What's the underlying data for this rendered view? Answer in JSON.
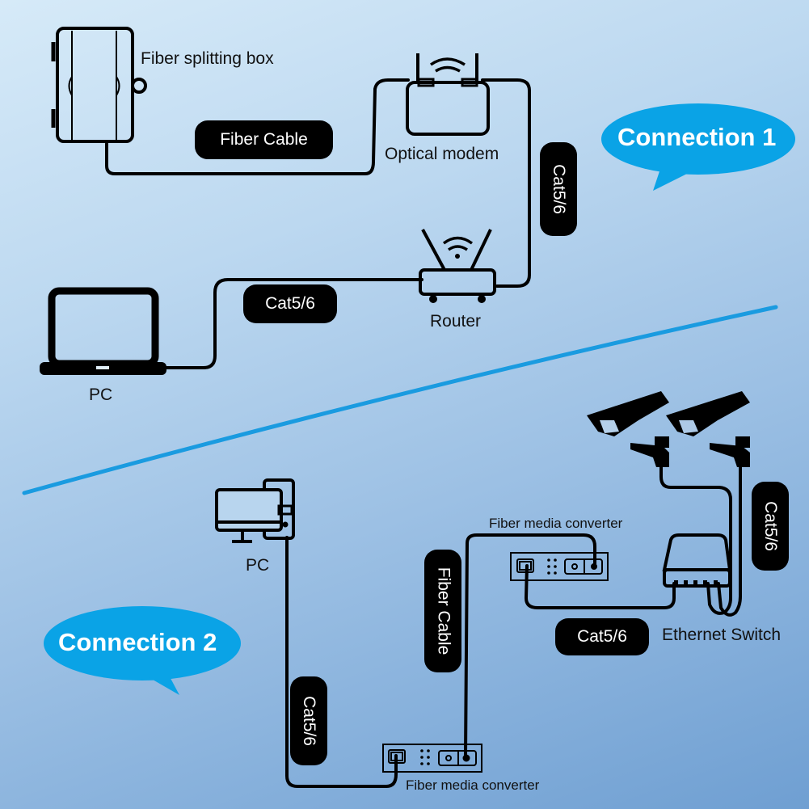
{
  "connection1": {
    "title": "Connection 1",
    "devices": {
      "fiber_splitting_box": "Fiber splitting box",
      "optical_modem": "Optical modem",
      "router": "Router",
      "pc": "PC"
    },
    "cables": {
      "box_to_modem": "Fiber Cable",
      "modem_to_router": "Cat5/6",
      "router_to_pc": "Cat5/6"
    }
  },
  "connection2": {
    "title": "Connection 2",
    "devices": {
      "pc": "PC",
      "converter_top": "Fiber media converter",
      "converter_bottom": "Fiber media converter",
      "ethernet_switch": "Ethernet Switch"
    },
    "cables": {
      "pc_to_converter": "Cat5/6",
      "converter_to_converter": "Fiber Cable",
      "converter_to_switch": "Cat5/6",
      "switch_to_cameras": "Cat5/6"
    }
  },
  "colors": {
    "bubble": "#0aa3e6",
    "divider": "#1a9be0",
    "line": "#000000"
  }
}
